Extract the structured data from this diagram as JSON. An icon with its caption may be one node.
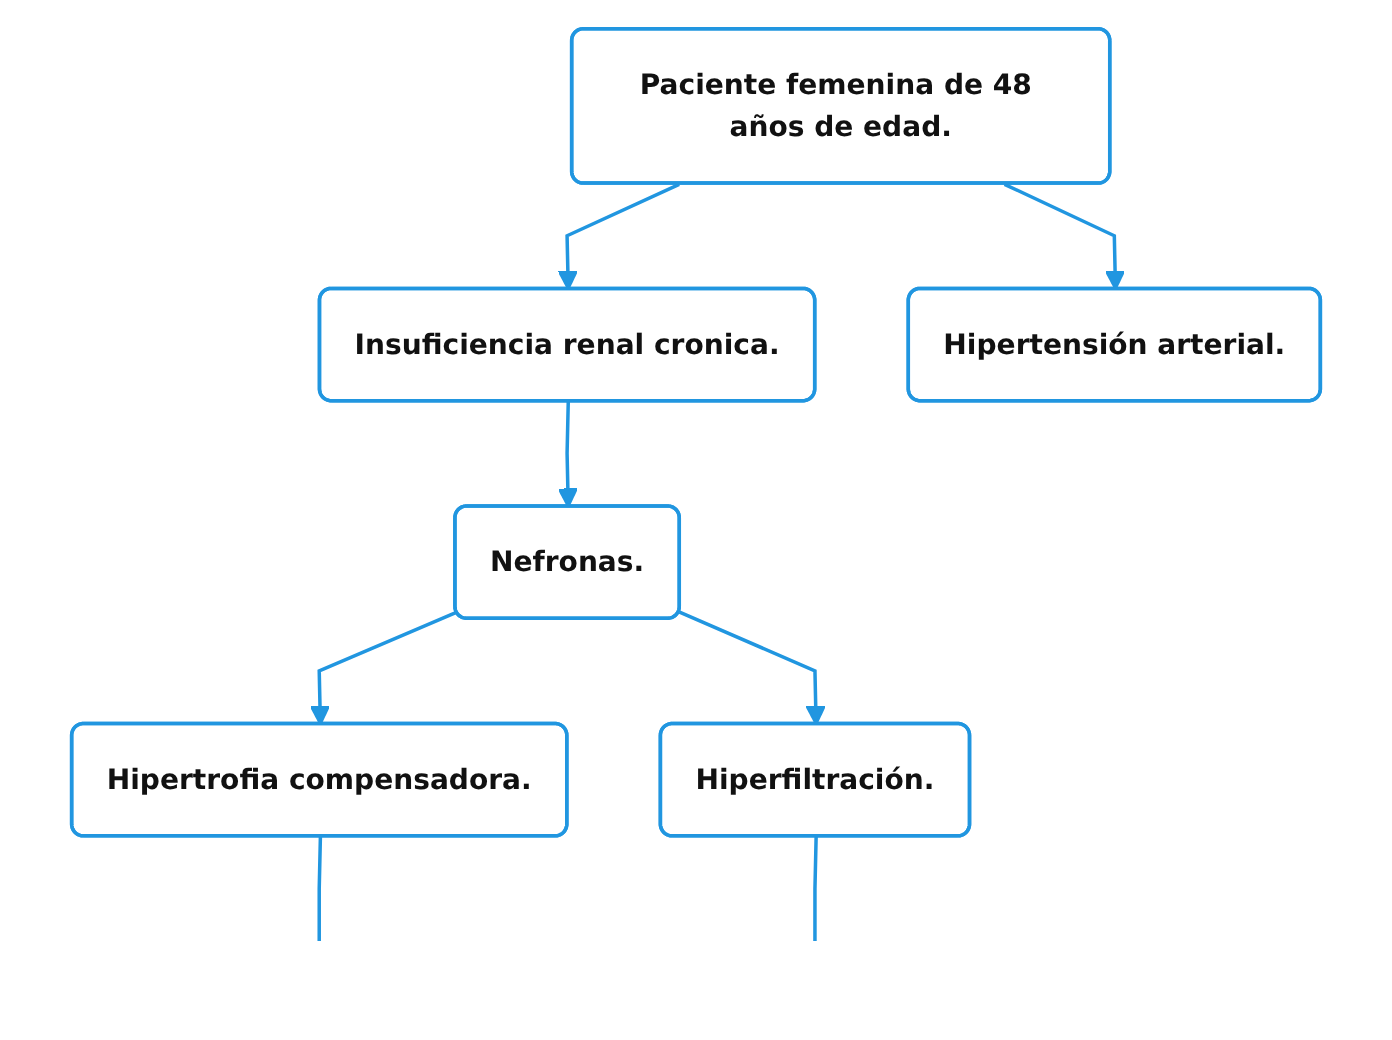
{
  "diagram": {
    "nodes": [
      {
        "text": [
          "Paciente femenina de 48 años de edad."
        ]
      },
      {
        "text": [
          "Insuficiencia renal cronica."
        ]
      },
      {
        "text": [
          "Hipertensión arterial."
        ]
      },
      {
        "text": [
          "Nefronas."
        ]
      },
      {
        "text": [
          "Hipertrofia compensadora."
        ]
      },
      {
        "text": [
          "Hiperfiltración."
        ]
      }
    ],
    "edges": [
      {
        "from": 0,
        "to": 1,
        "arrow": "to"
      },
      {
        "from": 0,
        "to": 2,
        "arrow": "to"
      },
      {
        "from": 1,
        "to": 3,
        "arrow": "to"
      },
      {
        "from": 3,
        "to": 4,
        "arrow": "to"
      },
      {
        "from": 3,
        "to": 5,
        "arrow": "to"
      },
      {
        "from": 4,
        "to": null,
        "arrow": "none"
      },
      {
        "from": 5,
        "to": null,
        "arrow": "none"
      }
    ]
  }
}
